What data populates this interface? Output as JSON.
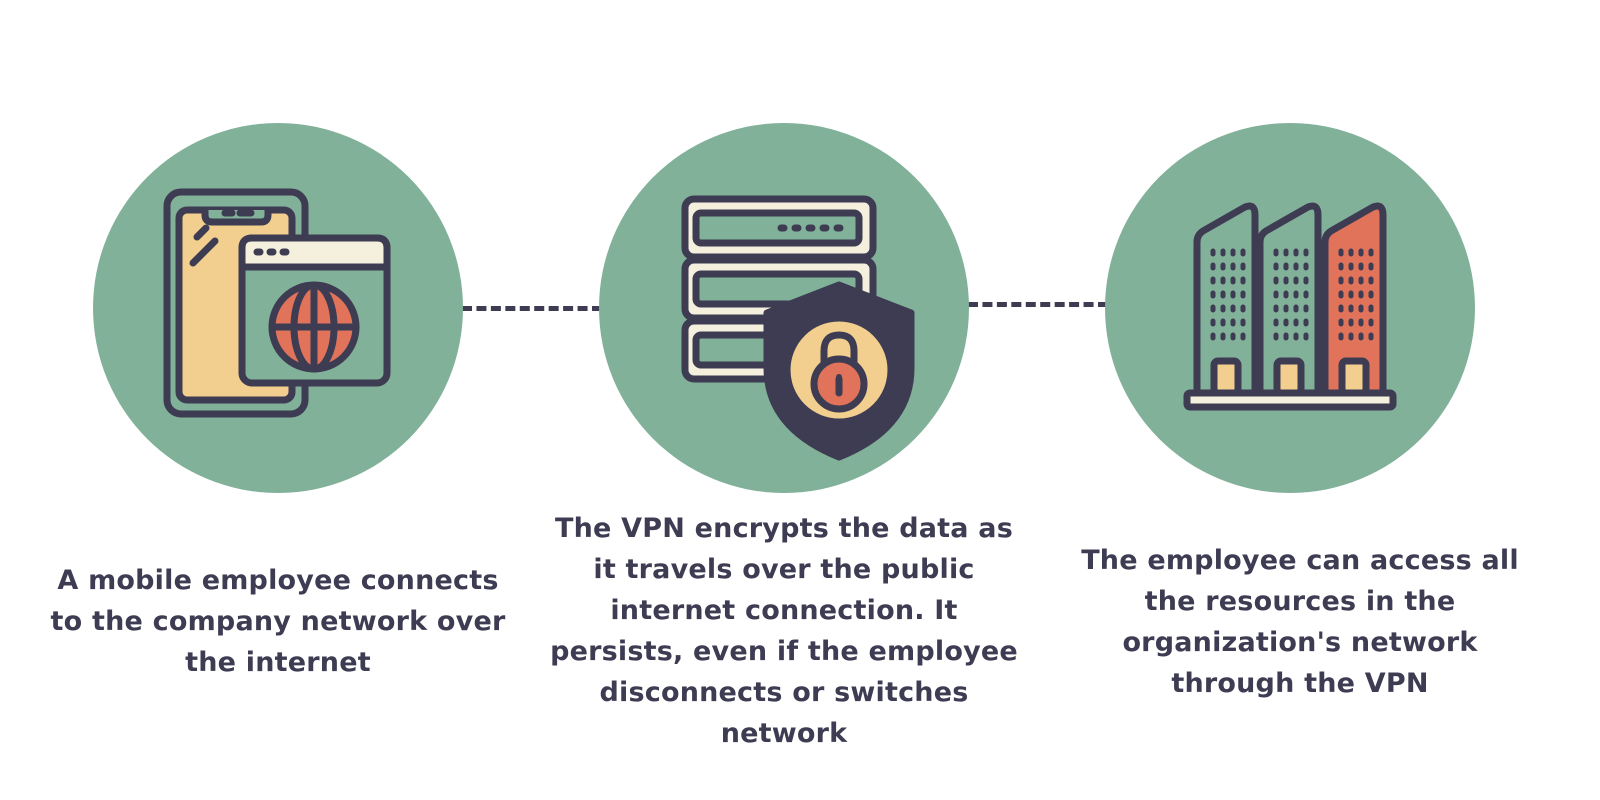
{
  "steps": [
    {
      "icon": "mobile-browser-globe-icon",
      "caption": "A mobile employee connects to the company network over the internet"
    },
    {
      "icon": "server-shield-lock-icon",
      "caption": "The VPN encrypts the data as it travels over the public internet connection. It persists, even if the employee disconnects or switches network"
    },
    {
      "icon": "office-buildings-icon",
      "caption": "The employee can access all the resources in the organization's network through the VPN"
    }
  ],
  "colors": {
    "circle": "#82b19a",
    "outline": "#3d3c52",
    "cream": "#f5efdd",
    "yellow": "#f2cf8e",
    "orange": "#e0735a"
  }
}
